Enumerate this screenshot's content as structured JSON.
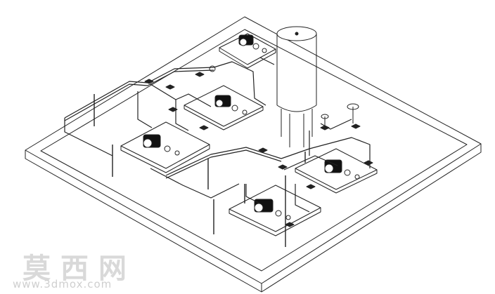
{
  "watermark": {
    "cn_text": "莫西网",
    "url": "www.3dmox.com"
  },
  "colors": {
    "line": "#222222",
    "motor": "#111111",
    "paper": "#ffffff",
    "watermark": "#d9d9d9"
  },
  "drawing": {
    "kind": "isometric piping skid line drawing",
    "parts": [
      "base-frame",
      "storage-tank",
      "pump-skid-top",
      "pump-skid-middle",
      "pump-skid-left",
      "pump-skid-right-upper",
      "pump-skid-right-lower",
      "piping",
      "valves",
      "support-posts"
    ]
  }
}
